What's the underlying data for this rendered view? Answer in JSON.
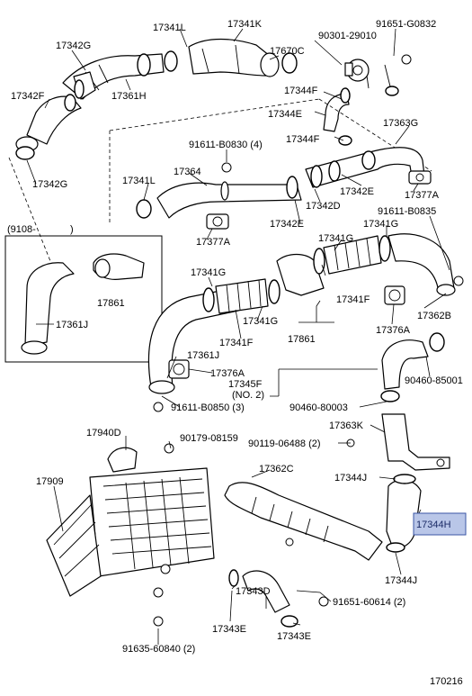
{
  "diagram": {
    "figure_number": "170216",
    "highlighted_part": "17344H",
    "callouts": [
      {
        "id": "c1",
        "text": "17341L"
      },
      {
        "id": "c2",
        "text": "17341K"
      },
      {
        "id": "c3",
        "text": "90301-29010"
      },
      {
        "id": "c4",
        "text": "91651-G0832"
      },
      {
        "id": "c5",
        "text": "17342G"
      },
      {
        "id": "c6",
        "text": "17670C"
      },
      {
        "id": "c7",
        "text": "17342F"
      },
      {
        "id": "c8",
        "text": "17361H"
      },
      {
        "id": "c9",
        "text": "17344F"
      },
      {
        "id": "c10",
        "text": "17344E"
      },
      {
        "id": "c11",
        "text": "17344F"
      },
      {
        "id": "c12",
        "text": "17363G"
      },
      {
        "id": "c13",
        "text": "17342G"
      },
      {
        "id": "c14",
        "text": "91611-B0830 (4)"
      },
      {
        "id": "c15",
        "text": "17364"
      },
      {
        "id": "c16",
        "text": "17341L"
      },
      {
        "id": "c17",
        "text": "17342E"
      },
      {
        "id": "c18",
        "text": "17377A"
      },
      {
        "id": "c19",
        "text": "17342D"
      },
      {
        "id": "c20",
        "text": "91611-B0835"
      },
      {
        "id": "c21",
        "text": "17342E"
      },
      {
        "id": "c22",
        "text": "17341G"
      },
      {
        "id": "c23",
        "text": "(9108-"
      },
      {
        "id": "c24",
        "text": ")"
      },
      {
        "id": "c25",
        "text": "17377A"
      },
      {
        "id": "c26",
        "text": "17341G"
      },
      {
        "id": "c27",
        "text": "17341G"
      },
      {
        "id": "c28",
        "text": "17861"
      },
      {
        "id": "c29",
        "text": "17341F"
      },
      {
        "id": "c30",
        "text": "17361J"
      },
      {
        "id": "c31",
        "text": "17341G"
      },
      {
        "id": "c32",
        "text": "17362B"
      },
      {
        "id": "c33",
        "text": "17376A"
      },
      {
        "id": "c34",
        "text": "17341F"
      },
      {
        "id": "c35",
        "text": "17861"
      },
      {
        "id": "c36",
        "text": "17361J"
      },
      {
        "id": "c37",
        "text": "17376A"
      },
      {
        "id": "c38",
        "text": "90460-85001"
      },
      {
        "id": "c39",
        "text": "17345F"
      },
      {
        "id": "c40",
        "text": "(NO. 2)"
      },
      {
        "id": "c41",
        "text": "91611-B0850 (3)"
      },
      {
        "id": "c42",
        "text": "90460-80003"
      },
      {
        "id": "c43",
        "text": "17363K"
      },
      {
        "id": "c44",
        "text": "17940D"
      },
      {
        "id": "c45",
        "text": "90179-08159"
      },
      {
        "id": "c46",
        "text": "90119-06488 (2)"
      },
      {
        "id": "c47",
        "text": "17909"
      },
      {
        "id": "c48",
        "text": "17362C"
      },
      {
        "id": "c49",
        "text": "17344J"
      },
      {
        "id": "c50",
        "text": "17344J"
      },
      {
        "id": "c51",
        "text": "17343D"
      },
      {
        "id": "c52",
        "text": "91651-60614 (2)"
      },
      {
        "id": "c53",
        "text": "17343E"
      },
      {
        "id": "c54",
        "text": "17343E"
      },
      {
        "id": "c55",
        "text": "91635-60840 (2)"
      }
    ]
  }
}
